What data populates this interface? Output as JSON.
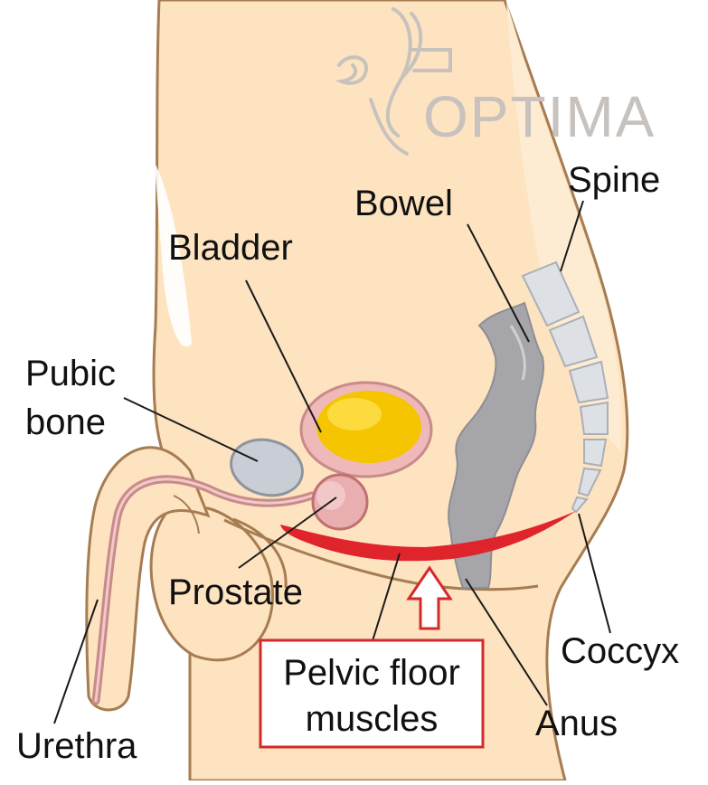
{
  "logo": {
    "text": "OPTIMA"
  },
  "labels": {
    "spine": "Spine",
    "bowel": "Bowel",
    "bladder": "Bladder",
    "pubic_bone_line1": "Pubic",
    "pubic_bone_line2": "bone",
    "prostate": "Prostate",
    "pelvic_floor_line1": "Pelvic floor",
    "pelvic_floor_line2": "muscles",
    "coccyx": "Coccyx",
    "anus": "Anus",
    "urethra": "Urethra"
  },
  "colors": {
    "skin": "#fde3c0",
    "skin_light": "#fdebd2",
    "outline": "#a67c52",
    "muscle": "#e0242b",
    "bladder_fill": "#f4c500",
    "bladder_rim": "#c98a8a",
    "bone": "#c9ced6",
    "bowel": "#a5a5aa",
    "callout_red": "#d42a2a",
    "logo_gray": "#c7c2bd"
  }
}
